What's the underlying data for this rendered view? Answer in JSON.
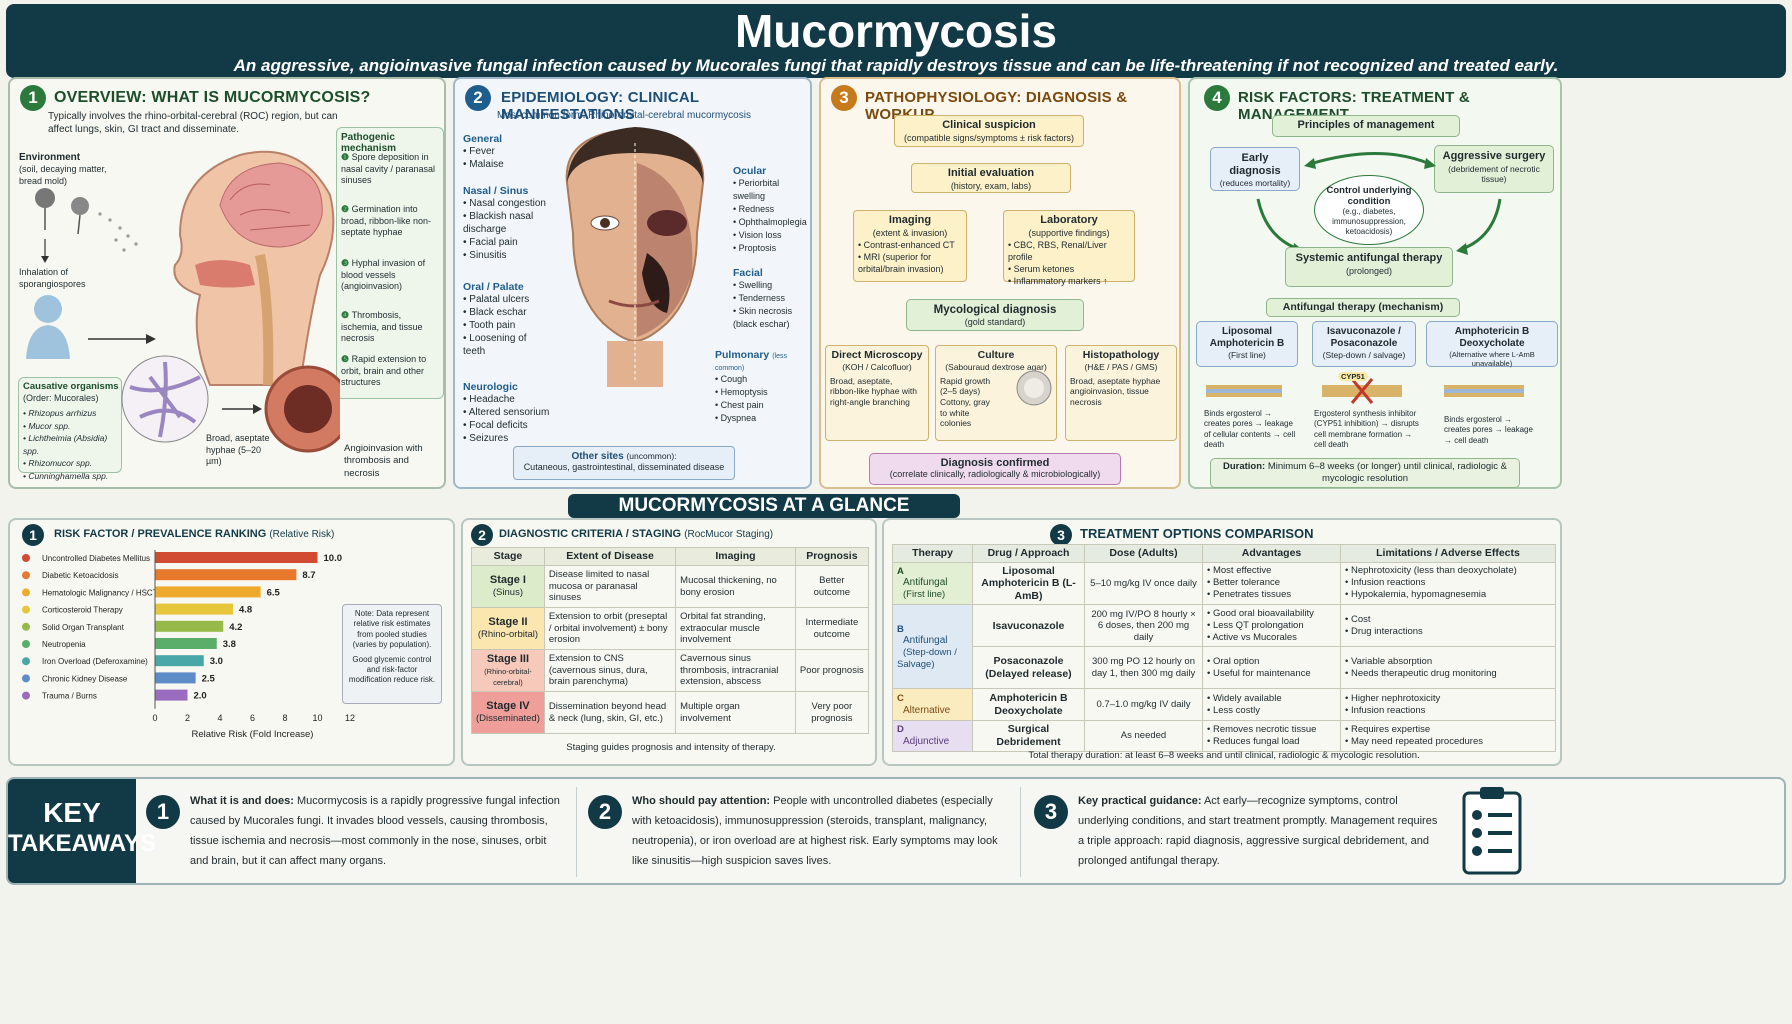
{
  "title": "Mucormycosis",
  "subtitle": "An aggressive, angioinvasive fungal infection caused by Mucorales fungi that rapidly destroys tissue and can be life-threatening if not recognized and treated early.",
  "p1": {
    "num": "1",
    "title": "OVERVIEW: WHAT IS MUCORMYCOSIS?",
    "intro": "Typically involves the rhino-orbital-cerebral (ROC) region, but can affect lungs, skin, GI tract and disseminate.",
    "env_title": "Environment",
    "env_text": "(soil, decaying matter, bread mold)",
    "inhal": "Inhalation of sporangiospores",
    "mech_title": "Pathogenic mechanism",
    "mech": [
      "Spore deposition in nasal cavity / paranasal sinuses",
      "Germination into broad, ribbon-like non-septate hyphae",
      "Hyphal invasion of blood vessels (angioinvasion)",
      "Thrombosis, ischemia, and tissue necrosis",
      "Rapid extension to orbit, brain and other structures"
    ],
    "cause_title": "Causative organisms",
    "cause_sub": "(Order: Mucorales)",
    "causes": [
      "Rhizopus arrhizus",
      "Mucor spp.",
      "Lichtheimia (Absidia) spp.",
      "Rhizomucor spp.",
      "Cunninghamella spp."
    ],
    "hyphae": "Broad, aseptate hyphae (5–20 µm)",
    "angio": "Angioinvasion with thrombosis and necrosis"
  },
  "p2": {
    "num": "2",
    "title": "EPIDEMIOLOGY: CLINICAL MANIFESTATIONS",
    "sub": "Most common form: Rhino-orbital-cerebral mucormycosis",
    "general": {
      "t": "General",
      "i": [
        "Fever",
        "Malaise"
      ]
    },
    "nasal": {
      "t": "Nasal / Sinus",
      "i": [
        "Nasal congestion",
        "Blackish nasal discharge",
        "Facial pain",
        "Sinusitis"
      ]
    },
    "oral": {
      "t": "Oral / Palate",
      "i": [
        "Palatal ulcers",
        "Black eschar",
        "Tooth pain",
        "Loosening of teeth"
      ]
    },
    "neuro": {
      "t": "Neurologic",
      "i": [
        "Headache",
        "Altered sensorium",
        "Focal deficits",
        "Seizures"
      ]
    },
    "ocular": {
      "t": "Ocular",
      "i": [
        "Periorbital swelling",
        "Redness",
        "Ophthalmoplegia",
        "Vision loss",
        "Proptosis"
      ]
    },
    "facial": {
      "t": "Facial",
      "i": [
        "Swelling",
        "Tenderness",
        "Skin necrosis (black eschar)"
      ]
    },
    "pulm": {
      "t": "Pulmonary",
      "t2": "(less common)",
      "i": [
        "Cough",
        "Hemoptysis",
        "Chest pain",
        "Dyspnea"
      ]
    },
    "other_t": "Other sites",
    "other_t2": "(uncommon):",
    "other": "Cutaneous, gastrointestinal, disseminated disease"
  },
  "p3": {
    "num": "3",
    "title": "PATHOPHYSIOLOGY: DIAGNOSIS & WORKUP",
    "clin": "Clinical suspicion",
    "clin_s": "(compatible signs/symptoms ± risk factors)",
    "init": "Initial evaluation",
    "init_s": "(history, exam, labs)",
    "img": "Imaging",
    "img_s": "(extent & invasion)",
    "img_i": [
      "Contrast-enhanced CT",
      "MRI (superior for orbital/brain invasion)"
    ],
    "lab": "Laboratory",
    "lab_s": "(supportive findings)",
    "lab_i": [
      "CBC, RBS, Renal/Liver profile",
      "Serum ketones",
      "Inflammatory markers ↑"
    ],
    "myco": "Mycological diagnosis",
    "myco_s": "(gold standard)",
    "dm": "Direct Microscopy",
    "dm_s": "(KOH / Calcofluor)",
    "dm_t": "Broad, aseptate, ribbon-like hyphae with right-angle branching",
    "cu": "Culture",
    "cu_s": "(Sabouraud dextrose agar)",
    "cu_t": "Rapid growth (2–5 days) Cottony, gray to white colonies",
    "hi": "Histopathology",
    "hi_s": "(H&E / PAS / GMS)",
    "hi_t": "Broad, aseptate hyphae angioinvasion, tissue necrosis",
    "conf": "Diagnosis confirmed",
    "conf_s": "(correlate clinically, radiologically & microbiologically)"
  },
  "p4": {
    "num": "4",
    "title": "RISK FACTORS: TREATMENT & MANAGEMENT",
    "pom": "Principles of management",
    "early": "Early diagnosis",
    "early_s": "(reduces mortality)",
    "surg": "Aggressive surgery",
    "surg_s": "(debridement of necrotic tissue)",
    "ctrl": "Control underlying condition",
    "ctrl_s": "(e.g., diabetes, immunosuppression, ketoacidosis)",
    "sys": "Systemic antifungal therapy",
    "sys_s": "(prolonged)",
    "mech": "Antifungal therapy (mechanism)",
    "d1": "Liposomal Amphotericin B",
    "d1_s": "(First line)",
    "d1_t": "Binds ergosterol → creates pores → leakage of cellular contents → cell death",
    "d2": "Isavuconazole / Posaconazole",
    "d2_s": "(Step-down / salvage)",
    "d2_t": "Ergosterol synthesis inhibitor (CYP51 inhibition) → disrupts cell membrane formation → cell death",
    "cyp": "CYP51",
    "d3": "Amphotericin B Deoxycholate",
    "d3_s": "(Alternative where L-AmB unavailable)",
    "d3_t": "Binds ergosterol → creates pores → leakage → cell death",
    "dur_b": "Duration:",
    "dur": "Minimum 6–8 weeks (or longer) until clinical, radiologic & mycologic resolution"
  },
  "glance": "MUCORMYCOSIS AT A GLANCE",
  "chart_data": {
    "type": "bar",
    "title": "RISK FACTOR / PREVALENCE RANKING",
    "title2": "(Relative Risk)",
    "xlabel": "Relative Risk (Fold Increase)",
    "xlim": [
      0,
      12
    ],
    "xticks": [
      "0",
      "2",
      "4",
      "6",
      "8",
      "10",
      "12"
    ],
    "categories": [
      "Uncontrolled Diabetes Mellitus",
      "Diabetic Ketoacidosis",
      "Hematologic Malignancy / HSCT",
      "Corticosteroid Therapy",
      "Solid Organ Transplant",
      "Neutropenia",
      "Iron Overload (Deferoxamine)",
      "Chronic Kidney Disease",
      "Trauma / Burns"
    ],
    "values": [
      10.0,
      8.7,
      6.5,
      4.8,
      4.2,
      3.8,
      3.0,
      2.5,
      2.0
    ],
    "labels": [
      "10.0",
      "8.7",
      "6.5",
      "4.8",
      "4.2",
      "3.8",
      "3.0",
      "2.5",
      "2.0"
    ],
    "colors": [
      "#d14a32",
      "#e8782c",
      "#eeaa2c",
      "#e6c63a",
      "#96b94a",
      "#5aae6a",
      "#4aa7a7",
      "#5d8cc9",
      "#9a6cc0"
    ],
    "note": "Note: Data represent relative risk estimates from pooled studies (varies by population).",
    "note2": "Good glycemic control and risk-factor modification reduce risk."
  },
  "staging": {
    "num": "2",
    "title": "DIAGNOSTIC CRITERIA / STAGING",
    "title2": "(RocMucor Staging)",
    "headers": [
      "Stage",
      "Extent of Disease",
      "Imaging",
      "Prognosis"
    ],
    "rows": [
      [
        "Stage I",
        "(Sinus)",
        "Disease limited to nasal mucosa or paranasal sinuses",
        "Mucosal thickening, no bony erosion",
        "Better outcome"
      ],
      [
        "Stage II",
        "(Rhino-orbital)",
        "Extension to orbit (preseptal / orbital involvement) ± bony erosion",
        "Orbital fat stranding, extraocular muscle involvement",
        "Intermediate outcome"
      ],
      [
        "Stage III",
        "(Rhino-orbital-cerebral)",
        "Extension to CNS (cavernous sinus, dura, brain parenchyma)",
        "Cavernous sinus thrombosis, intracranial extension, abscess",
        "Poor prognosis"
      ],
      [
        "Stage IV",
        "(Disseminated)",
        "Dissemination beyond head & neck (lung, skin, GI, etc.)",
        "Multiple organ involvement",
        "Very poor prognosis"
      ]
    ],
    "foot": "Staging guides prognosis and intensity of therapy."
  },
  "treat": {
    "num": "3",
    "title": "TREATMENT OPTIONS COMPARISON",
    "headers": [
      "Therapy",
      "Drug / Approach",
      "Dose (Adults)",
      "Advantages",
      "Limitations / Adverse Effects"
    ],
    "A": {
      "l": "A",
      "t": "Antifungal",
      "s": "(First line)",
      "drug": "Liposomal Amphotericin B (L-AmB)",
      "dose": "5–10 mg/kg IV once daily",
      "adv": [
        "Most effective",
        "Better tolerance",
        "Penetrates tissues"
      ],
      "lim": [
        "Nephrotoxicity (less than deoxycholate)",
        "Infusion reactions",
        "Hypokalemia, hypomagnesemia"
      ]
    },
    "B": {
      "l": "B",
      "t": "Antifungal",
      "s": "(Step-down / Salvage)",
      "drug1": "Isavuconazole",
      "dose1": "200 mg IV/PO 8 hourly × 6 doses, then 200 mg daily",
      "adv1": [
        "Good oral bioavailability",
        "Less QT prolongation",
        "Active vs Mucorales"
      ],
      "lim1": [
        "Cost",
        "Drug interactions"
      ],
      "drug2": "Posaconazole (Delayed release)",
      "dose2": "300 mg PO 12 hourly on day 1, then 300 mg daily",
      "adv2": [
        "Oral option",
        "Useful for maintenance"
      ],
      "lim2": [
        "Variable absorption",
        "Needs therapeutic drug monitoring"
      ]
    },
    "C": {
      "l": "C",
      "t": "Alternative",
      "drug": "Amphotericin B Deoxycholate",
      "dose": "0.7–1.0 mg/kg IV daily",
      "adv": [
        "Widely available",
        "Less costly"
      ],
      "lim": [
        "Higher nephrotoxicity",
        "Infusion reactions"
      ]
    },
    "D": {
      "l": "D",
      "t": "Adjunctive",
      "drug": "Surgical Debridement",
      "dose": "As needed",
      "adv": [
        "Removes necrotic tissue",
        "Reduces fungal load"
      ],
      "lim": [
        "Requires expertise",
        "May need repeated procedures"
      ]
    },
    "foot": "Total therapy duration: at least 6–8 weeks  and until clinical, radiologic & mycologic resolution."
  },
  "kt": {
    "title1": "KEY",
    "title2": "TAKEAWAYS",
    "t1_b": "What it is and does:",
    "t1": "Mucormycosis is a rapidly progressive fungal infection caused by Mucorales fungi. It invades blood vessels, causing thrombosis, tissue ischemia and necrosis—most commonly in the nose, sinuses, orbit and brain, but it can affect many organs.",
    "t2_b": "Who should pay attention:",
    "t2": "People with uncontrolled diabetes (especially with ketoacidosis), immunosuppression (steroids, transplant, malignancy, neutropenia), or iron overload are at highest risk. Early symptoms may look like sinusitis—high suspicion saves lives.",
    "t3_b": "Key practical guidance:",
    "t3": "Act early—recognize symptoms, control underlying conditions, and start treatment promptly. Management requires a triple approach: rapid diagnosis, aggressive surgical debridement, and prolonged antifungal therapy.",
    "n1": "1",
    "n2": "2",
    "n3": "3"
  }
}
